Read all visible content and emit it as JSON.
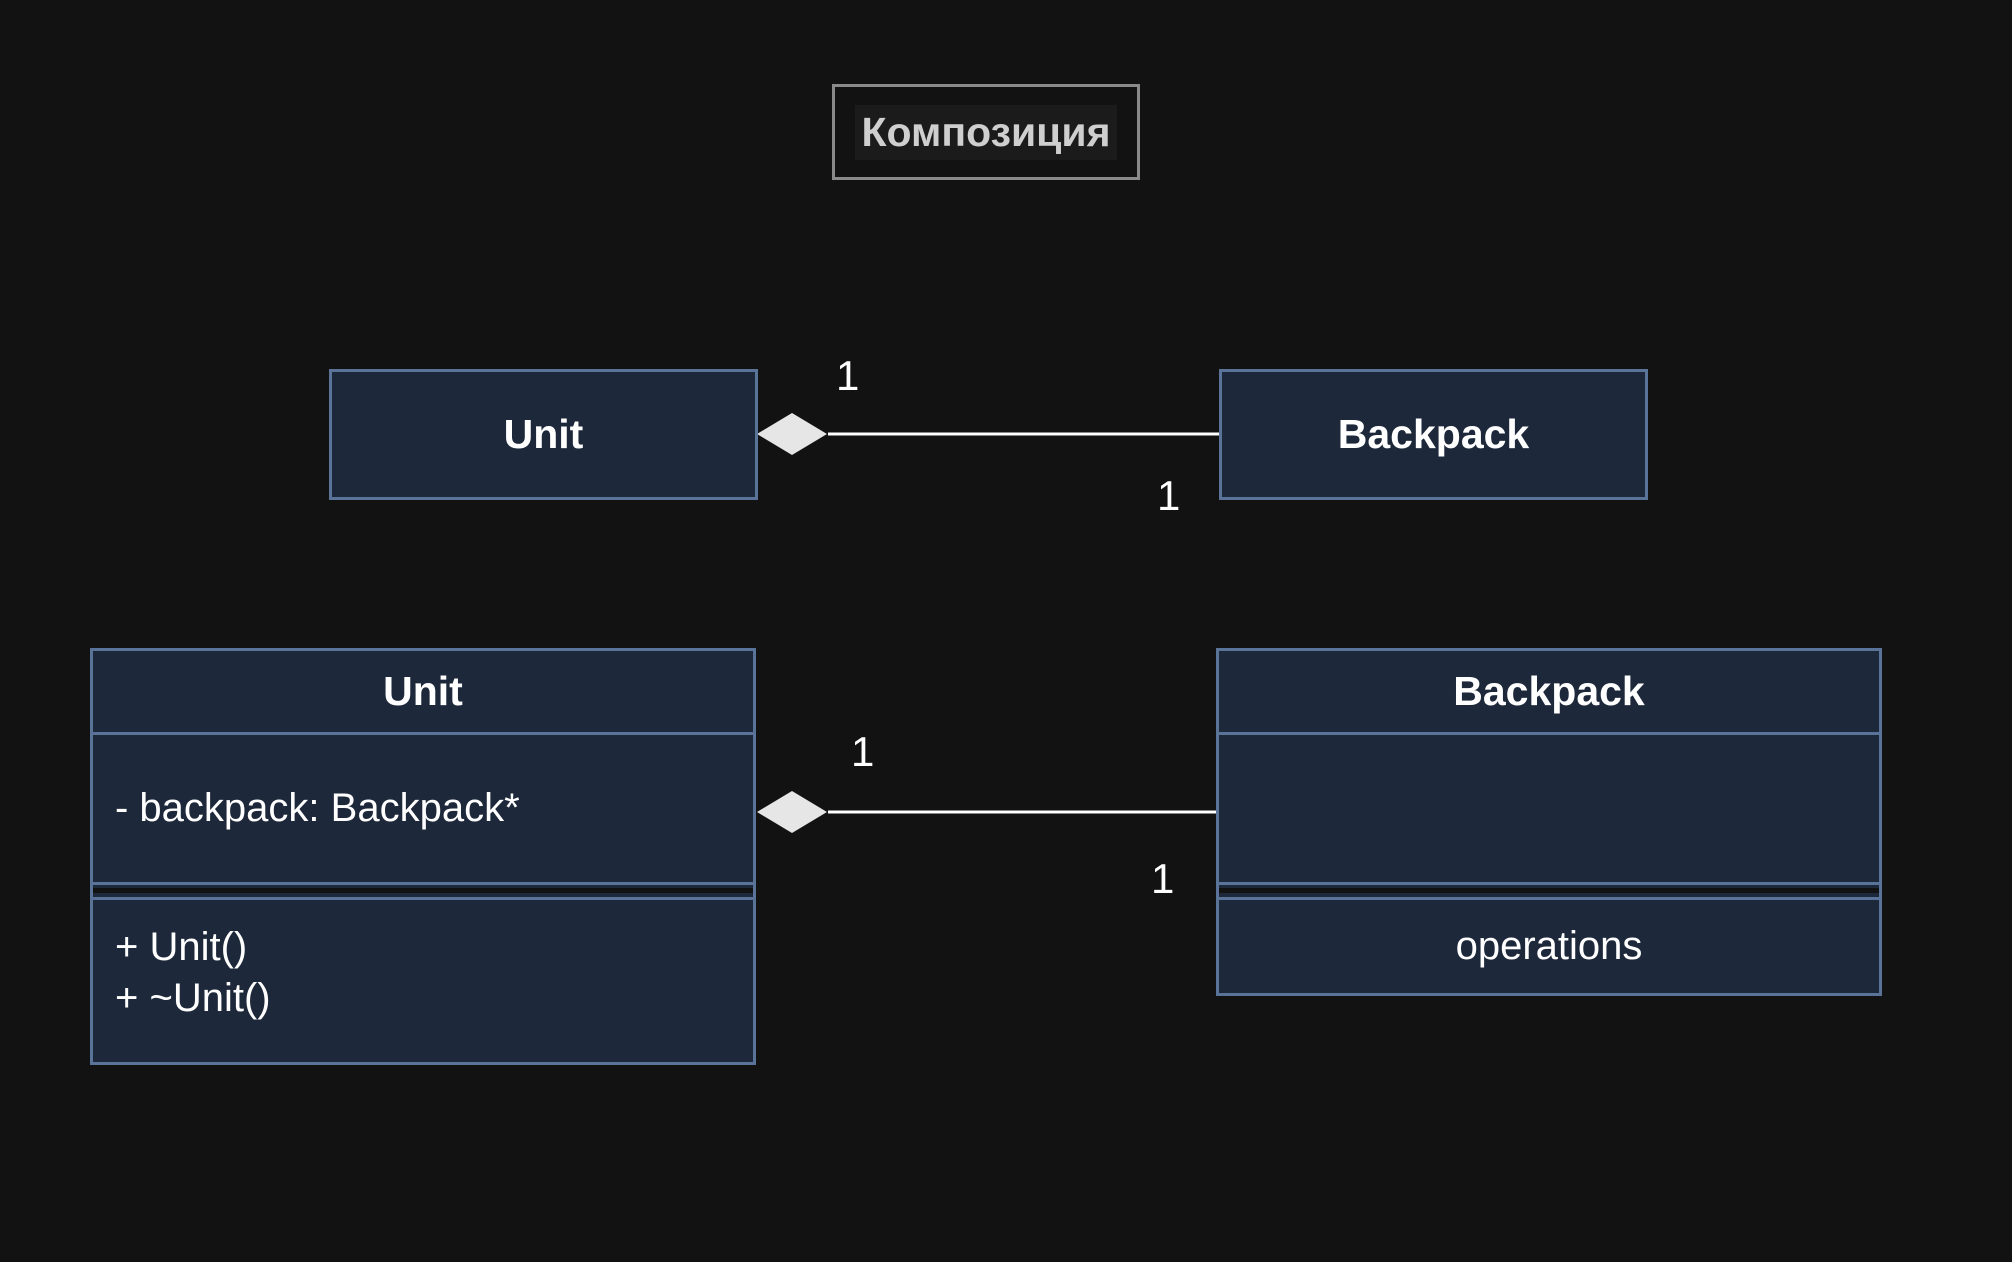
{
  "title": "Композиция",
  "simple_diagram": {
    "left_class": "Unit",
    "right_class": "Backpack",
    "left_multiplicity": "1",
    "right_multiplicity": "1"
  },
  "detailed_diagram": {
    "left_class": {
      "name": "Unit",
      "attributes": [
        "- backpack: Backpack*"
      ],
      "operations": [
        "+ Unit()",
        "+ ~Unit()"
      ]
    },
    "right_class": {
      "name": "Backpack",
      "attributes": [],
      "operations": [
        "operations"
      ]
    },
    "left_multiplicity": "1",
    "right_multiplicity": "1"
  },
  "colors": {
    "background": "#121212",
    "class_fill": "#1d283a",
    "class_border": "#5a7399",
    "link": "#ffffff",
    "diamond": "#e6e6e6"
  }
}
